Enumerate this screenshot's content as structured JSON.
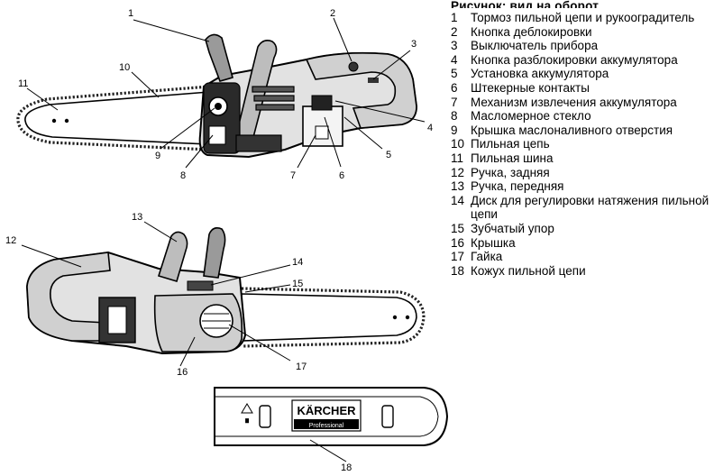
{
  "legend": {
    "heading": "Рисунок: вид на оборот",
    "items": [
      {
        "num": "1",
        "text": "Тормоз пильной цепи и рукооградитель"
      },
      {
        "num": "2",
        "text": "Кнопка деблокировки"
      },
      {
        "num": "3",
        "text": "Выключатель прибора"
      },
      {
        "num": "4",
        "text": "Кнопка разблокировки аккумулятора"
      },
      {
        "num": "5",
        "text": "Установка аккумулятора"
      },
      {
        "num": "6",
        "text": "Штекерные контакты"
      },
      {
        "num": "7",
        "text": "Механизм извлечения аккумулятора"
      },
      {
        "num": "8",
        "text": "Масломерное стекло"
      },
      {
        "num": "9",
        "text": "Крышка маслоналивного отверстия"
      },
      {
        "num": "10",
        "text": "Пильная цепь"
      },
      {
        "num": "11",
        "text": "Пильная шина"
      },
      {
        "num": "12",
        "text": "Ручка, задняя"
      },
      {
        "num": "13",
        "text": "Ручка, передняя"
      },
      {
        "num": "14",
        "text": "Диск для регулировки натяжения пильной цепи"
      },
      {
        "num": "15",
        "text": "Зубчатый упор"
      },
      {
        "num": "16",
        "text": "Крышка"
      },
      {
        "num": "17",
        "text": "Гайка"
      },
      {
        "num": "18",
        "text": "Кожух пильной цепи"
      }
    ]
  },
  "callouts": {
    "c1": "1",
    "c2": "2",
    "c3": "3",
    "c4": "4",
    "c5": "5",
    "c6": "6",
    "c7": "7",
    "c8": "8",
    "c9": "9",
    "c10": "10",
    "c11": "11",
    "c12": "12",
    "c13": "13",
    "c14": "14",
    "c15": "15",
    "c16": "16",
    "c17": "17",
    "c18": "18"
  },
  "guard": {
    "brand": "KÄRCHER",
    "sub": "Professional"
  }
}
